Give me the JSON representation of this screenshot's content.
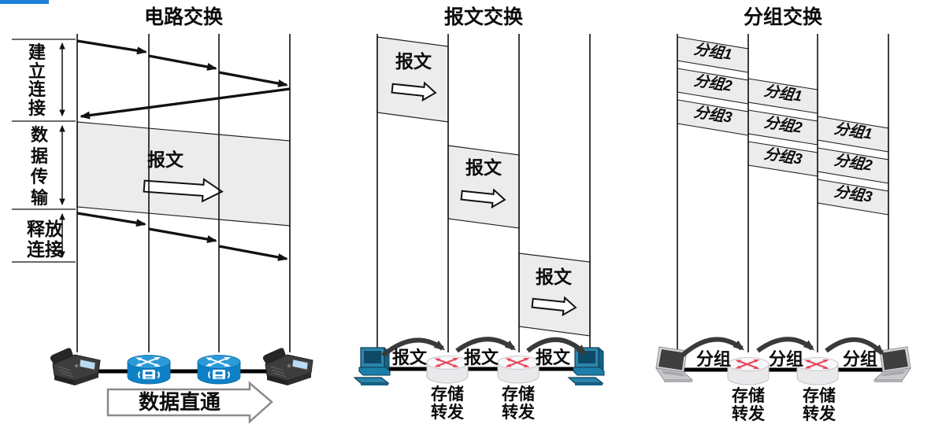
{
  "accent_color": "#1f7fd8",
  "circuit": {
    "title": "电路交换",
    "phases": {
      "establish": "建立连接",
      "transfer": "数据传输",
      "release": "释放连接"
    },
    "band_label": "报文",
    "through_arrow_label": "数据直通"
  },
  "message": {
    "title": "报文交换",
    "blocks": [
      "报文",
      "报文",
      "报文"
    ],
    "hops": [
      "报文",
      "报文",
      "报文"
    ],
    "routers": [
      "存储转发",
      "存储转发"
    ]
  },
  "packet": {
    "title": "分组交换",
    "columns": [
      [
        "分组1",
        "分组2",
        "分组3"
      ],
      [
        "分组1",
        "分组2",
        "分组3"
      ],
      [
        "分组1",
        "分组2",
        "分组3"
      ]
    ],
    "hops": [
      "分组",
      "分组",
      "分组"
    ],
    "routers": [
      "存储转发",
      "存储转发"
    ]
  },
  "icons": {
    "circuit_endpoint": "phone-icon",
    "circuit_switch": "voice-router-icon",
    "message_endpoint": "desktop-computer-icon",
    "message_switch": "router-icon",
    "packet_endpoint": "laptop-icon",
    "packet_switch": "router-icon"
  }
}
